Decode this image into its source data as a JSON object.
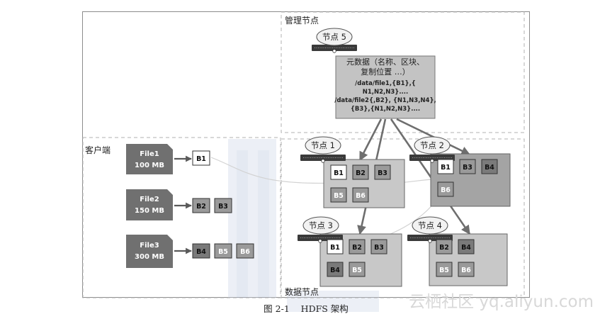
{
  "regions": {
    "management": "管理节点",
    "client": "客户端",
    "data": "数据节点"
  },
  "name_node": {
    "label": "节点 5",
    "metadata_lines": [
      "元数据（名称、区块、",
      "复制位置 …）",
      "/data/file1,{B1},{",
      "N1,N2,N3}....",
      "/data/file2{,B2}, {N1,N3,N4},",
      "{B3},{N1,N2,N3}...."
    ]
  },
  "files": [
    {
      "name": "File1",
      "size": "100 MB",
      "blocks": [
        "B1"
      ]
    },
    {
      "name": "File2",
      "size": "150 MB",
      "blocks": [
        "B2",
        "B3"
      ]
    },
    {
      "name": "File3",
      "size": "300 MB",
      "blocks": [
        "B4",
        "B5",
        "B6"
      ]
    }
  ],
  "data_nodes": [
    {
      "label": "节点 1",
      "rows": [
        [
          "B1",
          "B2",
          "B3"
        ],
        [
          "B5",
          "B6"
        ]
      ]
    },
    {
      "label": "节点 2",
      "rows": [
        [
          "B1",
          "B3",
          "B4"
        ],
        [
          "B6"
        ]
      ]
    },
    {
      "label": "节点 3",
      "rows": [
        [
          "B1",
          "B2",
          "B3"
        ],
        [
          "B4",
          "B5"
        ]
      ]
    },
    {
      "label": "节点 4",
      "rows": [
        [
          "B2",
          "B4"
        ],
        [
          "B5",
          "B6"
        ]
      ]
    }
  ],
  "caption": "图 2-1    HDFS 架构",
  "watermark": "云栖社区 yq.aliyun.com",
  "colors": {
    "block_white": "#ffffff",
    "block_light": "#c4c4c4",
    "block_mid": "#9a9a9a",
    "block_dark": "#7a7a7a",
    "file_box": "#707070",
    "arrow": "#6e6e6e"
  }
}
